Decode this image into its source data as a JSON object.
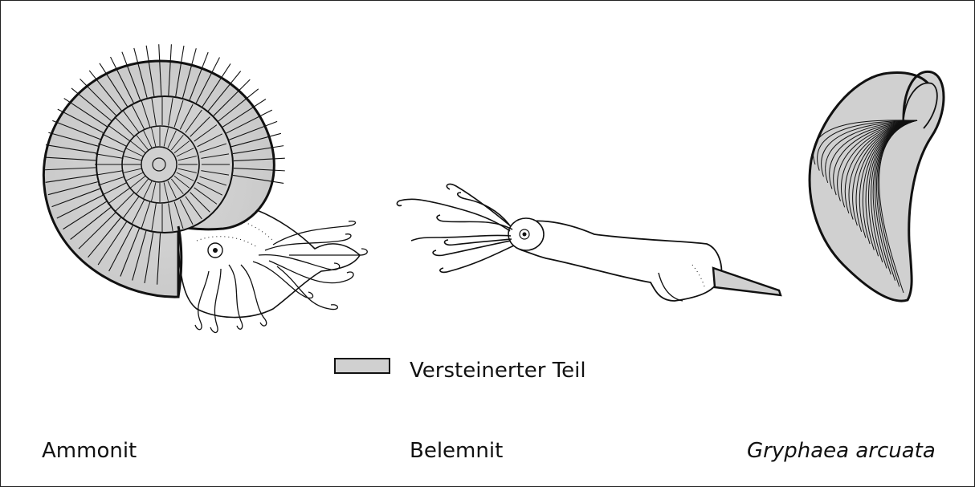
{
  "legend": {
    "label": "Versteinerter Teil",
    "swatch_color": "#d0d0d0"
  },
  "specimens": [
    {
      "name": "Ammonit",
      "icon": "ammonite-illustration"
    },
    {
      "name": "Belemnit",
      "icon": "belemnite-illustration"
    },
    {
      "name": "Gryphaea arcuata",
      "icon": "gryphaea-shell-illustration"
    }
  ],
  "colors": {
    "fossil_fill": "#d0d0d0",
    "line": "#111111",
    "background": "#ffffff"
  }
}
